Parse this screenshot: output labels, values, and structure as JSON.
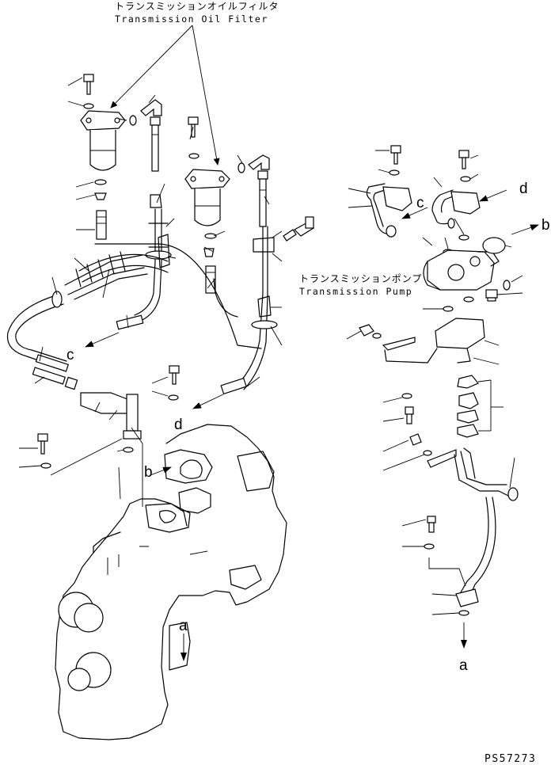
{
  "labels": {
    "filter_jp": "トランスミッションオイルフィルタ",
    "filter_en": "Transmission Oil Filter",
    "pump_jp": "トランスミッションポンプ",
    "pump_en": "Transmission Pump"
  },
  "refs": {
    "a": "a",
    "b": "b",
    "c": "c",
    "d": "d"
  },
  "drawing_code": "PS57273"
}
